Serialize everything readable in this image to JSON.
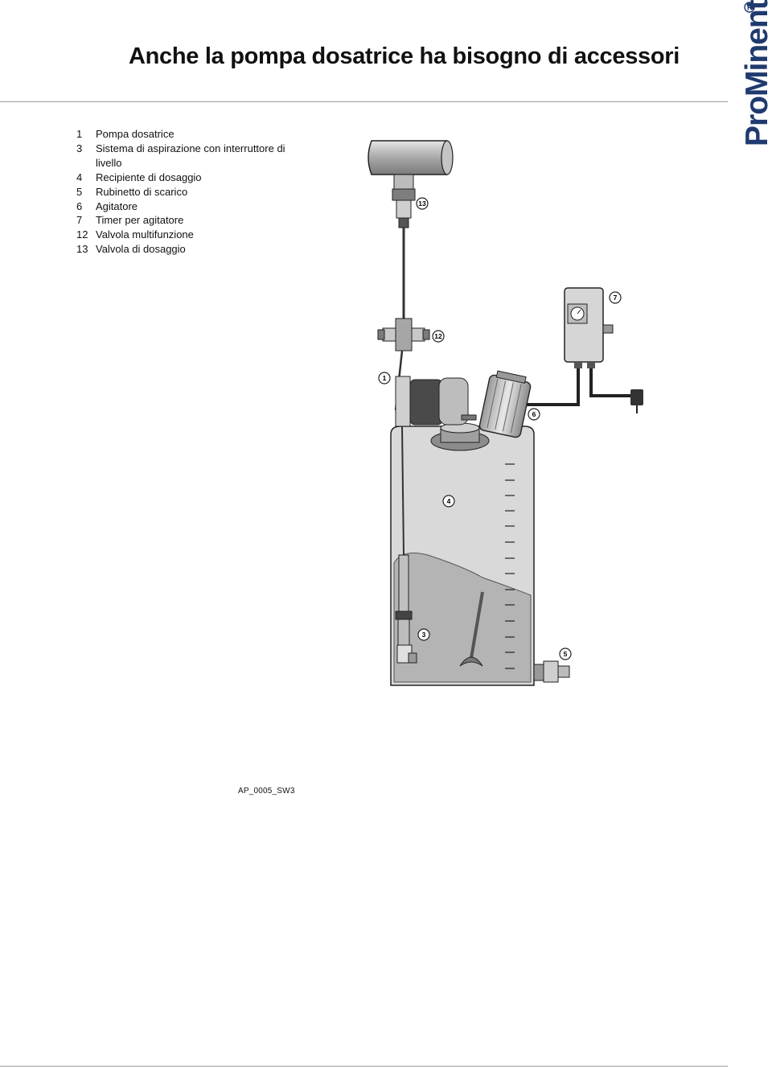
{
  "header": {
    "title": "Anche la pompa dosatrice ha bisogno di accessori",
    "logo_text": "ProMinent®"
  },
  "legend": {
    "items": [
      {
        "num": "1",
        "text": "Pompa dosatrice"
      },
      {
        "num": "3",
        "text": "Sistema di aspirazione con interruttore di livello"
      },
      {
        "num": "4",
        "text": "Recipiente di dosaggio"
      },
      {
        "num": "5",
        "text": "Rubinetto di scarico"
      },
      {
        "num": "6",
        "text": "Agitatore"
      },
      {
        "num": "7",
        "text": "Timer per agitatore"
      },
      {
        "num": "12",
        "text": "Valvola multifunzione"
      },
      {
        "num": "13",
        "text": "Valvola di dosaggio"
      }
    ]
  },
  "diagram": {
    "callouts": [
      "13",
      "7",
      "12",
      "1",
      "6",
      "4",
      "3",
      "5"
    ]
  },
  "figure": {
    "caption": "AP_0005_SW3"
  },
  "colors": {
    "logo": "#1f3a6e",
    "diagram_fill": "#c8c8c8",
    "liquid": "#b4b4b4",
    "rule": "#9a9a9a"
  }
}
